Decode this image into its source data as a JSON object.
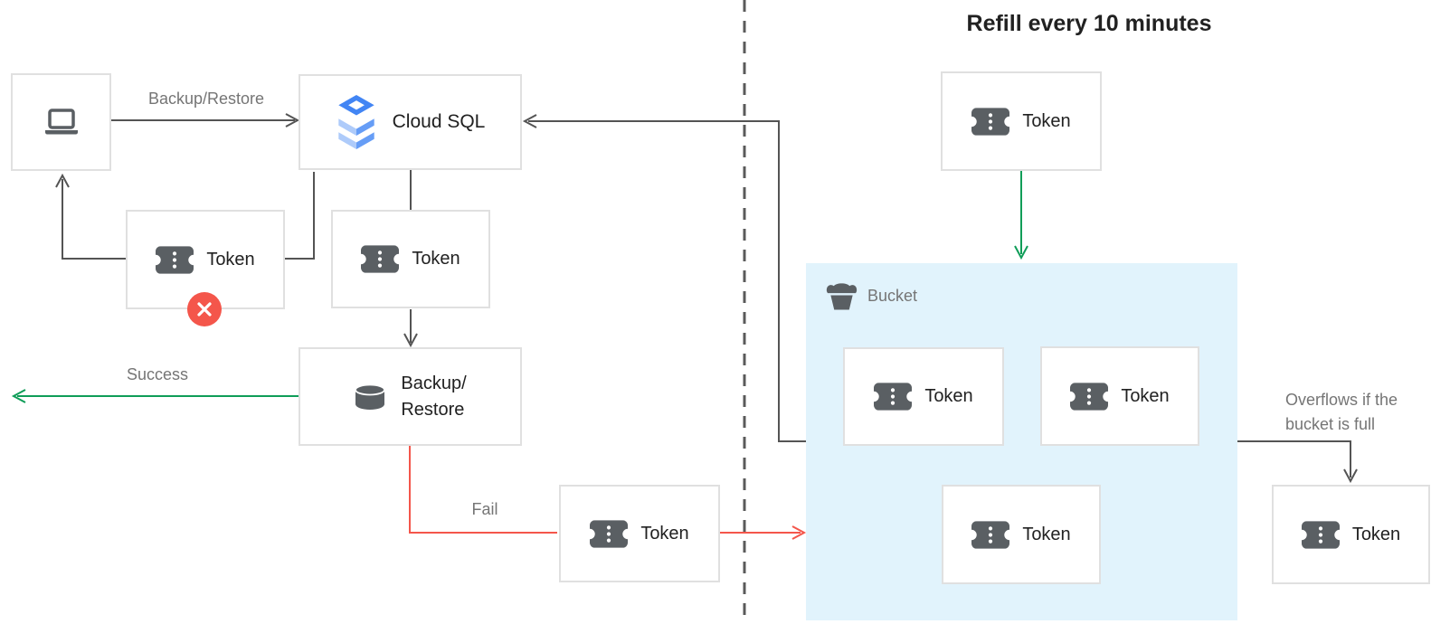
{
  "title": "Refill every 10 minutes",
  "nodes": {
    "client": {
      "icon": "laptop-icon"
    },
    "cloud_sql": {
      "label": "Cloud SQL"
    },
    "token_label": "Token",
    "backup_restore": {
      "line1": "Backup/",
      "line2": "Restore"
    },
    "bucket": {
      "label": "Bucket"
    }
  },
  "edges": {
    "backup_restore_label": "Backup/Restore",
    "success_label": "Success",
    "fail_label": "Fail",
    "overflow_line1": "Overflows if the",
    "overflow_line2": "bucket is full"
  },
  "colors": {
    "success_green": "#0F9D58",
    "fail_red": "#F4564B",
    "connector_gray": "#545454",
    "bucket_background": "#E1F3FC",
    "box_border": "#E0E0E0",
    "icon_gray": "#5A5F63",
    "label_gray": "#757575",
    "text_dark": "#212121",
    "cloud_sql_blue": "#4285F4",
    "cloud_sql_blue_mid": "#669DF6",
    "cloud_sql_blue_light": "#AECBFA"
  }
}
